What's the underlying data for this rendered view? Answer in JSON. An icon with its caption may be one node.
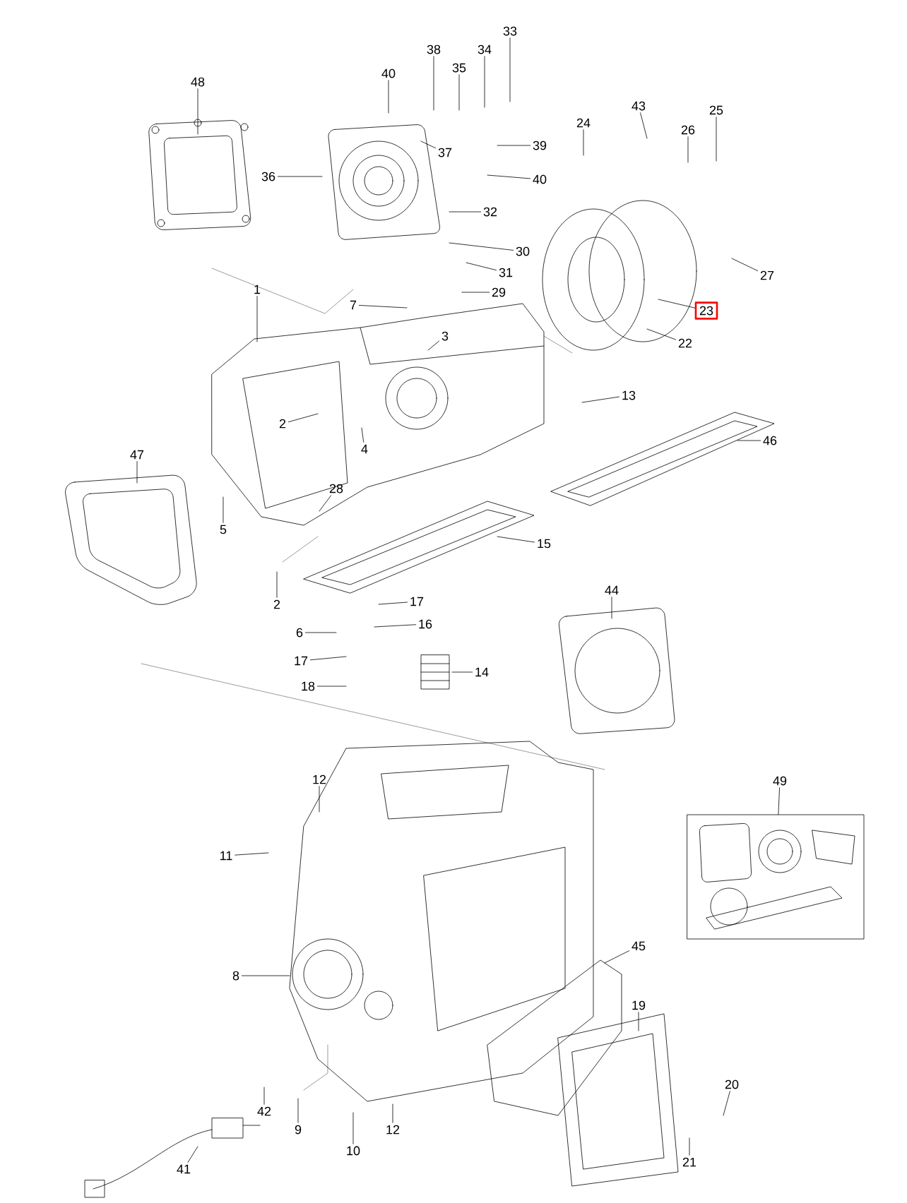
{
  "diagram": {
    "nodes": [
      {
        "text": [
          "48"
        ]
      },
      {
        "text": [
          "40"
        ]
      },
      {
        "text": [
          "38"
        ]
      },
      {
        "text": [
          "35"
        ]
      },
      {
        "text": [
          "34"
        ]
      },
      {
        "text": [
          "33"
        ]
      },
      {
        "text": [
          "24"
        ]
      },
      {
        "text": [
          "43"
        ]
      },
      {
        "text": [
          "26"
        ]
      },
      {
        "text": [
          "25"
        ]
      },
      {
        "text": [
          "37"
        ]
      },
      {
        "text": [
          "39"
        ]
      },
      {
        "text": [
          "36"
        ]
      },
      {
        "text": [
          "40"
        ]
      },
      {
        "text": [
          "32"
        ]
      },
      {
        "text": [
          "30"
        ]
      },
      {
        "text": [
          "31"
        ]
      },
      {
        "text": [
          "27"
        ]
      },
      {
        "text": [
          "1"
        ]
      },
      {
        "text": [
          "29"
        ]
      },
      {
        "text": [
          "7"
        ]
      },
      {
        "text": [
          "23"
        ]
      },
      {
        "text": [
          "3"
        ]
      },
      {
        "text": [
          "22"
        ]
      },
      {
        "text": [
          "13"
        ]
      },
      {
        "text": [
          "2"
        ]
      },
      {
        "text": [
          "46"
        ]
      },
      {
        "text": [
          "4"
        ]
      },
      {
        "text": [
          "47"
        ]
      },
      {
        "text": [
          "28"
        ]
      },
      {
        "text": [
          "5"
        ]
      },
      {
        "text": [
          "15"
        ]
      },
      {
        "text": [
          "44"
        ]
      },
      {
        "text": [
          "2"
        ]
      },
      {
        "text": [
          "17"
        ]
      },
      {
        "text": [
          "6"
        ]
      },
      {
        "text": [
          "16"
        ]
      },
      {
        "text": [
          "17"
        ]
      },
      {
        "text": [
          "14"
        ]
      },
      {
        "text": [
          "18"
        ]
      },
      {
        "text": [
          "12"
        ]
      },
      {
        "text": [
          "49"
        ]
      },
      {
        "text": [],
        "shape": "box"
      },
      {
        "text": [
          "11"
        ]
      },
      {
        "text": [
          "45"
        ]
      },
      {
        "text": [
          "8"
        ]
      },
      {
        "text": [
          "19"
        ]
      },
      {
        "text": [
          "20"
        ]
      },
      {
        "text": [
          "42"
        ]
      },
      {
        "text": [
          "9"
        ]
      },
      {
        "text": [
          "12"
        ]
      },
      {
        "text": [
          "10"
        ]
      },
      {
        "text": [
          "21"
        ]
      },
      {
        "text": [
          "41"
        ]
      }
    ],
    "edges": [
      {
        "from": 0,
        "to": null,
        "arrow": "none"
      },
      {
        "from": 1,
        "to": null,
        "arrow": "none"
      },
      {
        "from": 2,
        "to": null,
        "arrow": "none"
      },
      {
        "from": 3,
        "to": null,
        "arrow": "none"
      },
      {
        "from": 4,
        "to": null,
        "arrow": "none"
      },
      {
        "from": 5,
        "to": null,
        "arrow": "none"
      },
      {
        "from": 6,
        "to": null,
        "arrow": "none"
      },
      {
        "from": 7,
        "to": null,
        "arrow": "none"
      },
      {
        "from": 8,
        "to": null,
        "arrow": "none"
      },
      {
        "from": 9,
        "to": null,
        "arrow": "none"
      },
      {
        "from": 10,
        "to": null,
        "arrow": "none"
      },
      {
        "from": 11,
        "to": null,
        "arrow": "none"
      },
      {
        "from": 12,
        "to": null,
        "arrow": "none"
      },
      {
        "from": 13,
        "to": null,
        "arrow": "none"
      },
      {
        "from": 14,
        "to": null,
        "arrow": "none"
      },
      {
        "from": 15,
        "to": null,
        "arrow": "none"
      },
      {
        "from": 16,
        "to": null,
        "arrow": "none"
      },
      {
        "from": 17,
        "to": null,
        "arrow": "none"
      },
      {
        "from": 18,
        "to": null,
        "arrow": "none"
      },
      {
        "from": 19,
        "to": null,
        "arrow": "none"
      },
      {
        "from": 20,
        "to": null,
        "arrow": "none"
      },
      {
        "from": 21,
        "to": null,
        "arrow": "none"
      },
      {
        "from": 22,
        "to": null,
        "arrow": "none"
      },
      {
        "from": 23,
        "to": null,
        "arrow": "none"
      },
      {
        "from": 24,
        "to": null,
        "arrow": "none"
      },
      {
        "from": 25,
        "to": null,
        "arrow": "none"
      },
      {
        "from": 26,
        "to": null,
        "arrow": "none"
      },
      {
        "from": 27,
        "to": null,
        "arrow": "none"
      },
      {
        "from": 28,
        "to": null,
        "arrow": "none"
      },
      {
        "from": 29,
        "to": null,
        "arrow": "none"
      },
      {
        "from": 30,
        "to": null,
        "arrow": "none"
      },
      {
        "from": 31,
        "to": null,
        "arrow": "none"
      },
      {
        "from": 32,
        "to": null,
        "arrow": "none"
      },
      {
        "from": 33,
        "to": null,
        "arrow": "none"
      },
      {
        "from": 34,
        "to": null,
        "arrow": "none"
      },
      {
        "from": 35,
        "to": null,
        "arrow": "none"
      },
      {
        "from": 36,
        "to": null,
        "arrow": "none"
      },
      {
        "from": 37,
        "to": null,
        "arrow": "none"
      },
      {
        "from": 38,
        "to": null,
        "arrow": "none"
      },
      {
        "from": 39,
        "to": null,
        "arrow": "none"
      },
      {
        "from": 40,
        "to": null,
        "arrow": "none"
      },
      {
        "from": 41,
        "to": 42,
        "arrow": "none"
      },
      {
        "from": 43,
        "to": null,
        "arrow": "none"
      },
      {
        "from": 44,
        "to": null,
        "arrow": "none"
      },
      {
        "from": 45,
        "to": null,
        "arrow": "none"
      },
      {
        "from": 46,
        "to": null,
        "arrow": "none"
      },
      {
        "from": 47,
        "to": null,
        "arrow": "none"
      },
      {
        "from": 48,
        "to": null,
        "arrow": "none"
      },
      {
        "from": 49,
        "to": null,
        "arrow": "none"
      },
      {
        "from": 50,
        "to": null,
        "arrow": "none"
      },
      {
        "from": 51,
        "to": null,
        "arrow": "none"
      },
      {
        "from": 52,
        "to": null,
        "arrow": "none"
      },
      {
        "from": 53,
        "to": null,
        "arrow": "none"
      }
    ]
  }
}
